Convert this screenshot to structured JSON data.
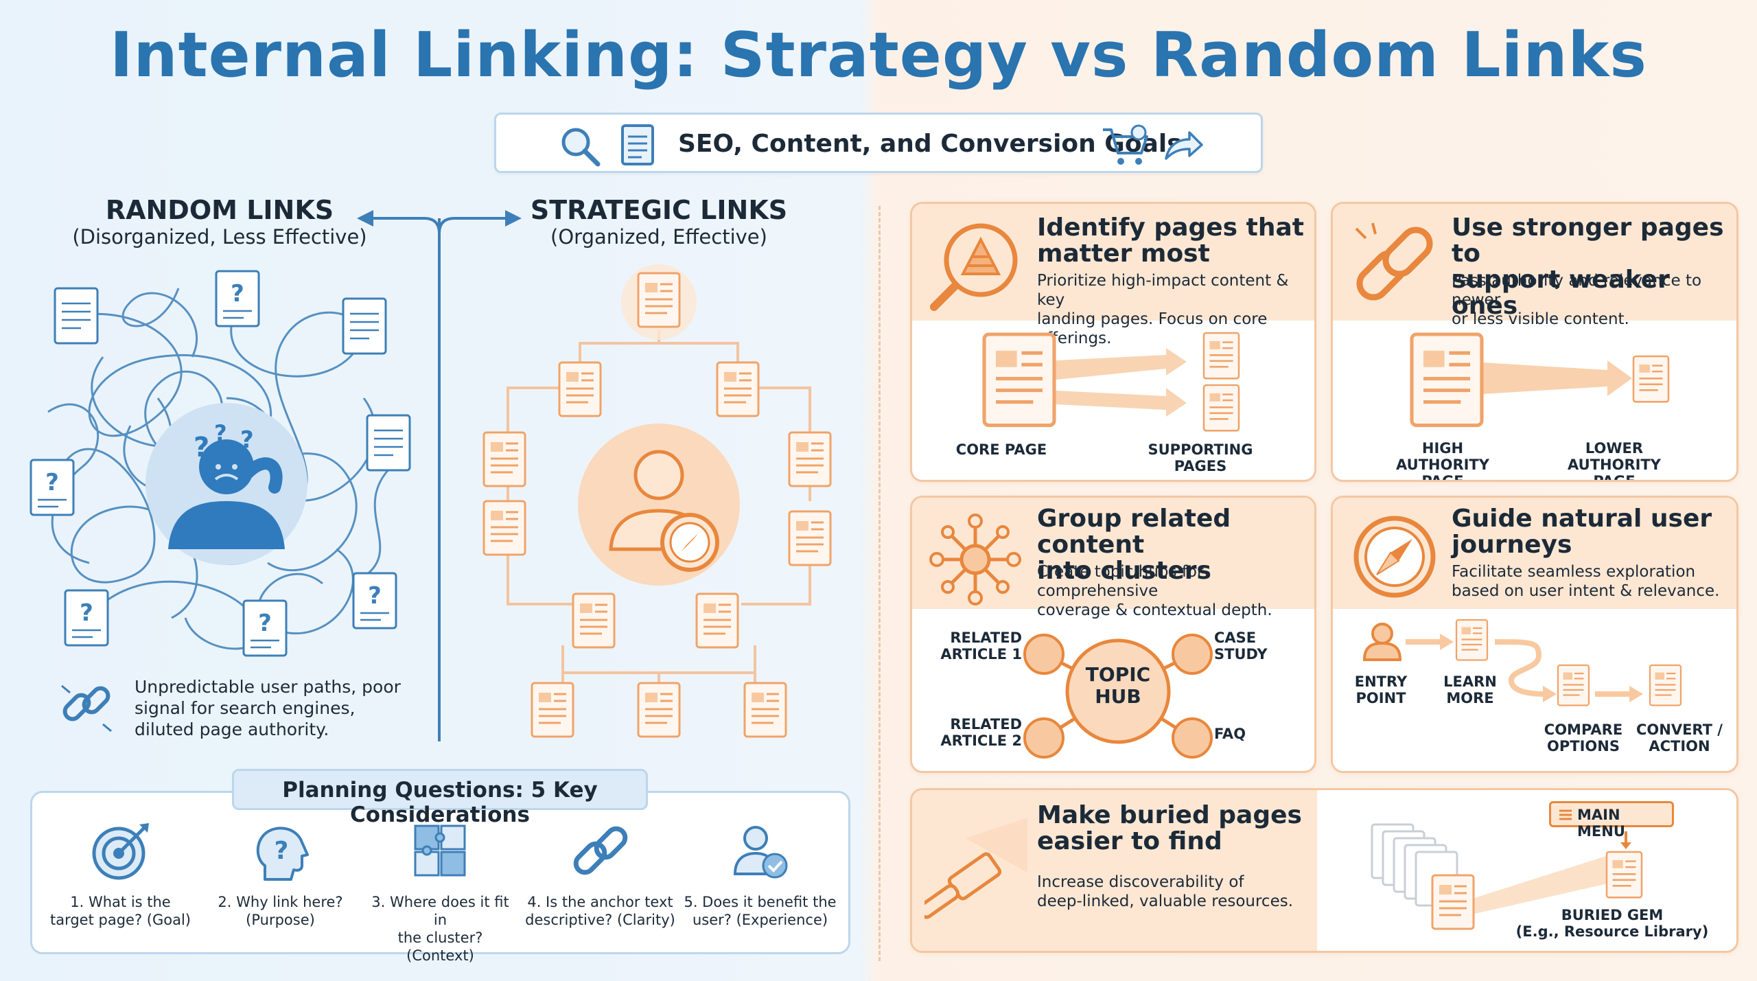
{
  "title": "Internal Linking: Strategy vs Random Links",
  "goals_bar": {
    "label": "SEO, Content, and Conversion Goals",
    "icons": [
      "search-icon",
      "document-icon",
      "cart-icon",
      "share-arrow-icon"
    ]
  },
  "random": {
    "heading": "RANDOM LINKS",
    "subheading": "(Disorganized, Less Effective)",
    "note": "Unpredictable user paths, poor signal for search engines, diluted page authority."
  },
  "strategic": {
    "heading": "STRATEGIC LINKS",
    "subheading": "(Organized, Effective)"
  },
  "planning": {
    "title": "Planning Questions: 5 Key Considerations",
    "questions": [
      {
        "line1": "1. What is the",
        "line2": "target page? (Goal)",
        "icon": "target-icon"
      },
      {
        "line1": "2. Why link here?",
        "line2": "(Purpose)",
        "icon": "head-question-icon"
      },
      {
        "line1": "3. Where does it fit in",
        "line2": "the cluster? (Context)",
        "icon": "puzzle-icon"
      },
      {
        "line1": "4. Is the anchor text",
        "line2": "descriptive? (Clarity)",
        "icon": "link-icon"
      },
      {
        "line1": "5. Does it benefit the",
        "line2": "user? (Experience)",
        "icon": "user-check-icon"
      }
    ]
  },
  "panels": {
    "identify": {
      "title1": "Identify pages that",
      "title2": "matter most",
      "desc1": "Prioritize high-impact content & key",
      "desc2": "landing pages. Focus on core offerings.",
      "core_label": "CORE PAGE",
      "supporting_label1": "SUPPORTING",
      "supporting_label2": "PAGES"
    },
    "stronger": {
      "title1": "Use stronger pages to",
      "title2": "support weaker ones",
      "desc1": "Pass authority and relevance to newer",
      "desc2": "or less visible content.",
      "high_label1": "HIGH AUTHORITY",
      "high_label2": "PAGE",
      "low_label1": "LOWER AUTHORITY",
      "low_label2": "PAGE"
    },
    "group": {
      "title1": "Group related content",
      "title2": "into clusters",
      "desc1": "Create topic hubs for comprehensive",
      "desc2": "coverage & contextual depth.",
      "hub1": "TOPIC",
      "hub2": "HUB",
      "ra1_1": "RELATED",
      "ra1_2": "ARTICLE 1",
      "ra2_1": "RELATED",
      "ra2_2": "ARTICLE 2",
      "case1": "CASE",
      "case2": "STUDY",
      "faq": "FAQ"
    },
    "guide": {
      "title1": "Guide natural user",
      "title2": "journeys",
      "desc1": "Facilitate seamless exploration",
      "desc2": "based on user intent & relevance.",
      "entry1": "ENTRY",
      "entry2": "POINT",
      "learn1": "LEARN",
      "learn2": "MORE",
      "compare1": "COMPARE",
      "compare2": "OPTIONS",
      "convert1": "CONVERT /",
      "convert2": "ACTION"
    },
    "buried": {
      "title1": "Make buried pages",
      "title2": "easier to find",
      "desc1": "Increase discoverability of",
      "desc2": "deep-linked, valuable resources.",
      "menu": "MAIN MENU",
      "gem1": "BURIED GEM",
      "gem2": "(E.g., Resource Library)"
    }
  },
  "colors": {
    "title_blue": "#2a74b0",
    "orange_accent": "#f0a36a",
    "blue_accent": "#3d7fb8"
  }
}
